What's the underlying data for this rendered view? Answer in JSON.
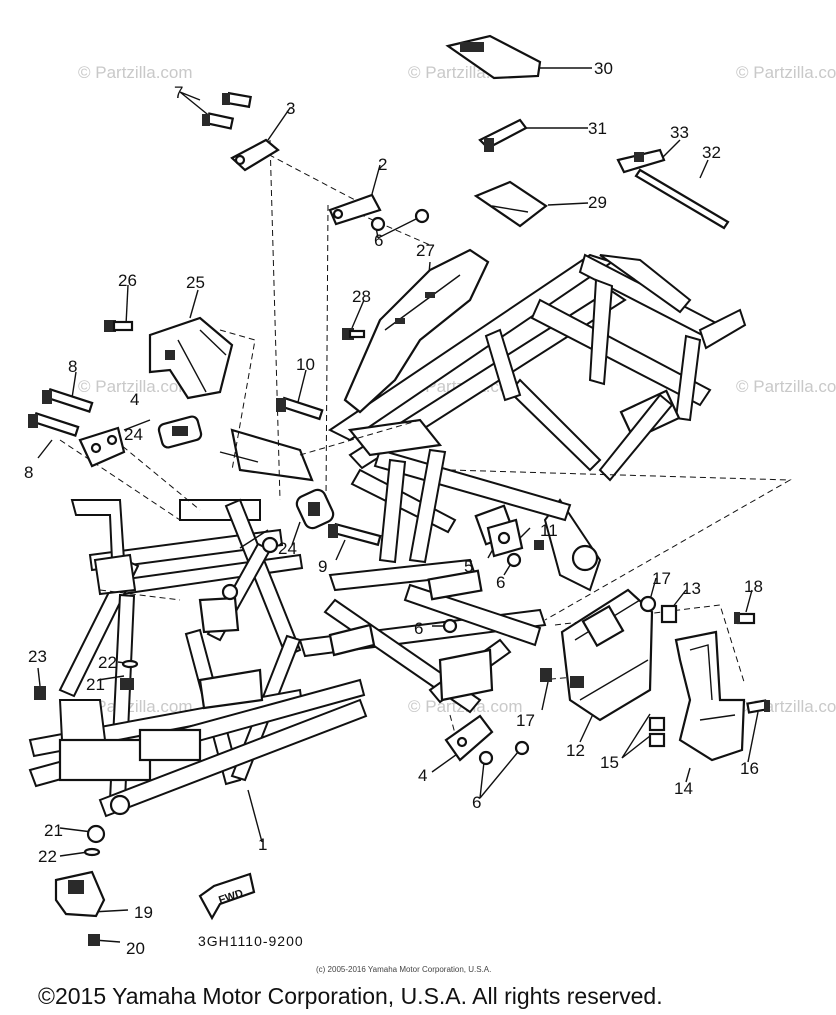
{
  "diagram": {
    "part_code": "3GH1110-9200",
    "direction_label": "FWD",
    "watermarks": [
      "© Partzilla.com",
      "© Partzilla.com",
      "© Partzilla.com",
      "© Partzilla.com",
      "© Partzilla.com",
      "© Partzilla.com",
      "© Partzilla.com",
      "© Partzilla.com",
      "© Partzilla.com"
    ],
    "small_copyright": "(c) 2005-2016 Yamaha Motor Corporation, U.S.A.",
    "footer_copyright": "©2015 Yamaha Motor Corporation, U.S.A. All rights reserved."
  },
  "callouts": [
    {
      "number": "1"
    },
    {
      "number": "2"
    },
    {
      "number": "3"
    },
    {
      "number": "4"
    },
    {
      "number": "4"
    },
    {
      "number": "5"
    },
    {
      "number": "6"
    },
    {
      "number": "6"
    },
    {
      "number": "6"
    },
    {
      "number": "6"
    },
    {
      "number": "7"
    },
    {
      "number": "8"
    },
    {
      "number": "8"
    },
    {
      "number": "9"
    },
    {
      "number": "10"
    },
    {
      "number": "11"
    },
    {
      "number": "12"
    },
    {
      "number": "13"
    },
    {
      "number": "14"
    },
    {
      "number": "15"
    },
    {
      "number": "16"
    },
    {
      "number": "17"
    },
    {
      "number": "17"
    },
    {
      "number": "18"
    },
    {
      "number": "19"
    },
    {
      "number": "20"
    },
    {
      "number": "21"
    },
    {
      "number": "21"
    },
    {
      "number": "22"
    },
    {
      "number": "22"
    },
    {
      "number": "23"
    },
    {
      "number": "24"
    },
    {
      "number": "24"
    },
    {
      "number": "25"
    },
    {
      "number": "26"
    },
    {
      "number": "27"
    },
    {
      "number": "28"
    },
    {
      "number": "29"
    },
    {
      "number": "30"
    },
    {
      "number": "31"
    },
    {
      "number": "32"
    },
    {
      "number": "33"
    }
  ]
}
